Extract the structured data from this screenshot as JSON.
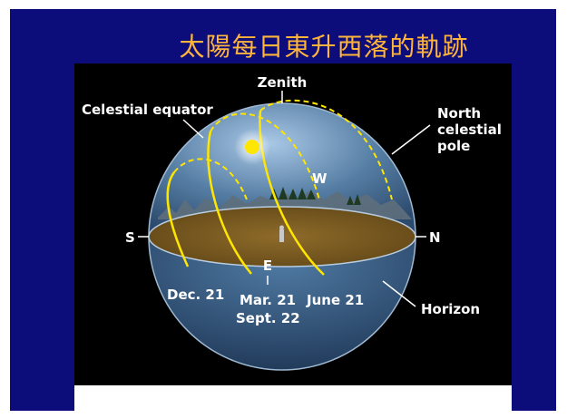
{
  "slide": {
    "title": "太陽每日東升西落的軌跡"
  },
  "diagram": {
    "labels": {
      "zenith": "Zenith",
      "celestial_equator": "Celestial equator",
      "north_celestial_pole_line1": "North",
      "north_celestial_pole_line2": "celestial",
      "north_celestial_pole_line3": "pole",
      "west": "W",
      "south": "S",
      "north": "N",
      "east": "E",
      "dec21": "Dec. 21",
      "mar21": "Mar. 21",
      "sept22": "Sept. 22",
      "june21": "June 21",
      "horizon": "Horizon"
    },
    "colors": {
      "sun_path": "#ffe600",
      "sun": "#ffe600",
      "ground": "#7a5a1e",
      "dome": "#4a6f93",
      "background": "#000000",
      "slide_bg": "#0c0c7a",
      "title": "#ffb43c"
    }
  }
}
